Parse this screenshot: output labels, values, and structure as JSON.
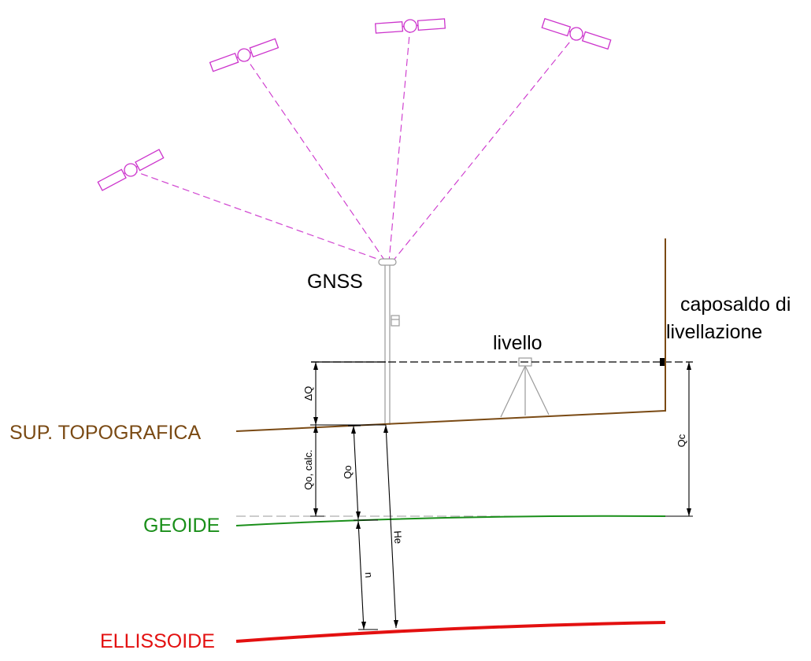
{
  "labels": {
    "gnss": "GNSS",
    "livello": "livello",
    "caposaldo_line1": "caposaldo di",
    "caposaldo_line2": "livellazione",
    "sup_topografica": "SUP. TOPOGRAFICA",
    "geoide": "GEOIDE",
    "ellissoide": "ELLISSOIDE"
  },
  "dimensions": {
    "delta_q": "ΔQ",
    "qo_calc": "Qo, calc.",
    "qo": "Qo",
    "qc": "Qc",
    "he": "He",
    "n": "n"
  },
  "colors": {
    "satellite": "#cc33cc",
    "topografica": "#7a4a14",
    "geoide": "#1a8f1a",
    "ellissoide": "#e31010",
    "line": "#000000",
    "equipment": "#9a9a9a"
  }
}
